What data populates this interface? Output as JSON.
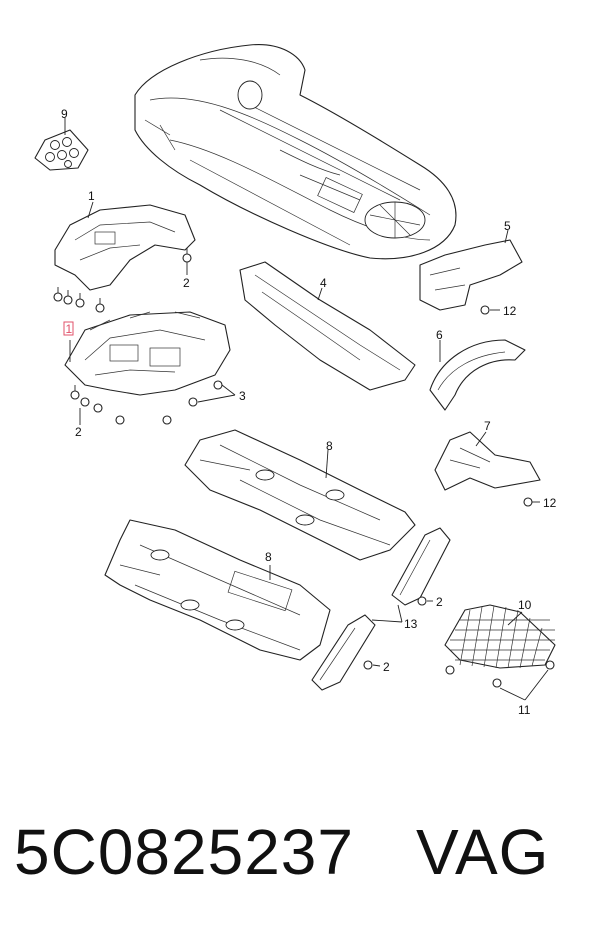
{
  "callouts": {
    "c9": "9",
    "c1": "1",
    "c1_highlight": "1",
    "c2_a": "2",
    "c2_b": "2",
    "c2_c": "2",
    "c2_d": "2",
    "c3": "3",
    "c4": "4",
    "c5": "5",
    "c6": "6",
    "c7": "7",
    "c8_a": "8",
    "c8_b": "8",
    "c10": "10",
    "c11": "11",
    "c12_a": "12",
    "c12_b": "12",
    "c13": "13"
  },
  "footer": {
    "part_number": "5C0825237",
    "brand": "VAG"
  },
  "colors": {
    "highlight": "#e0506a",
    "ink": "#222222"
  }
}
